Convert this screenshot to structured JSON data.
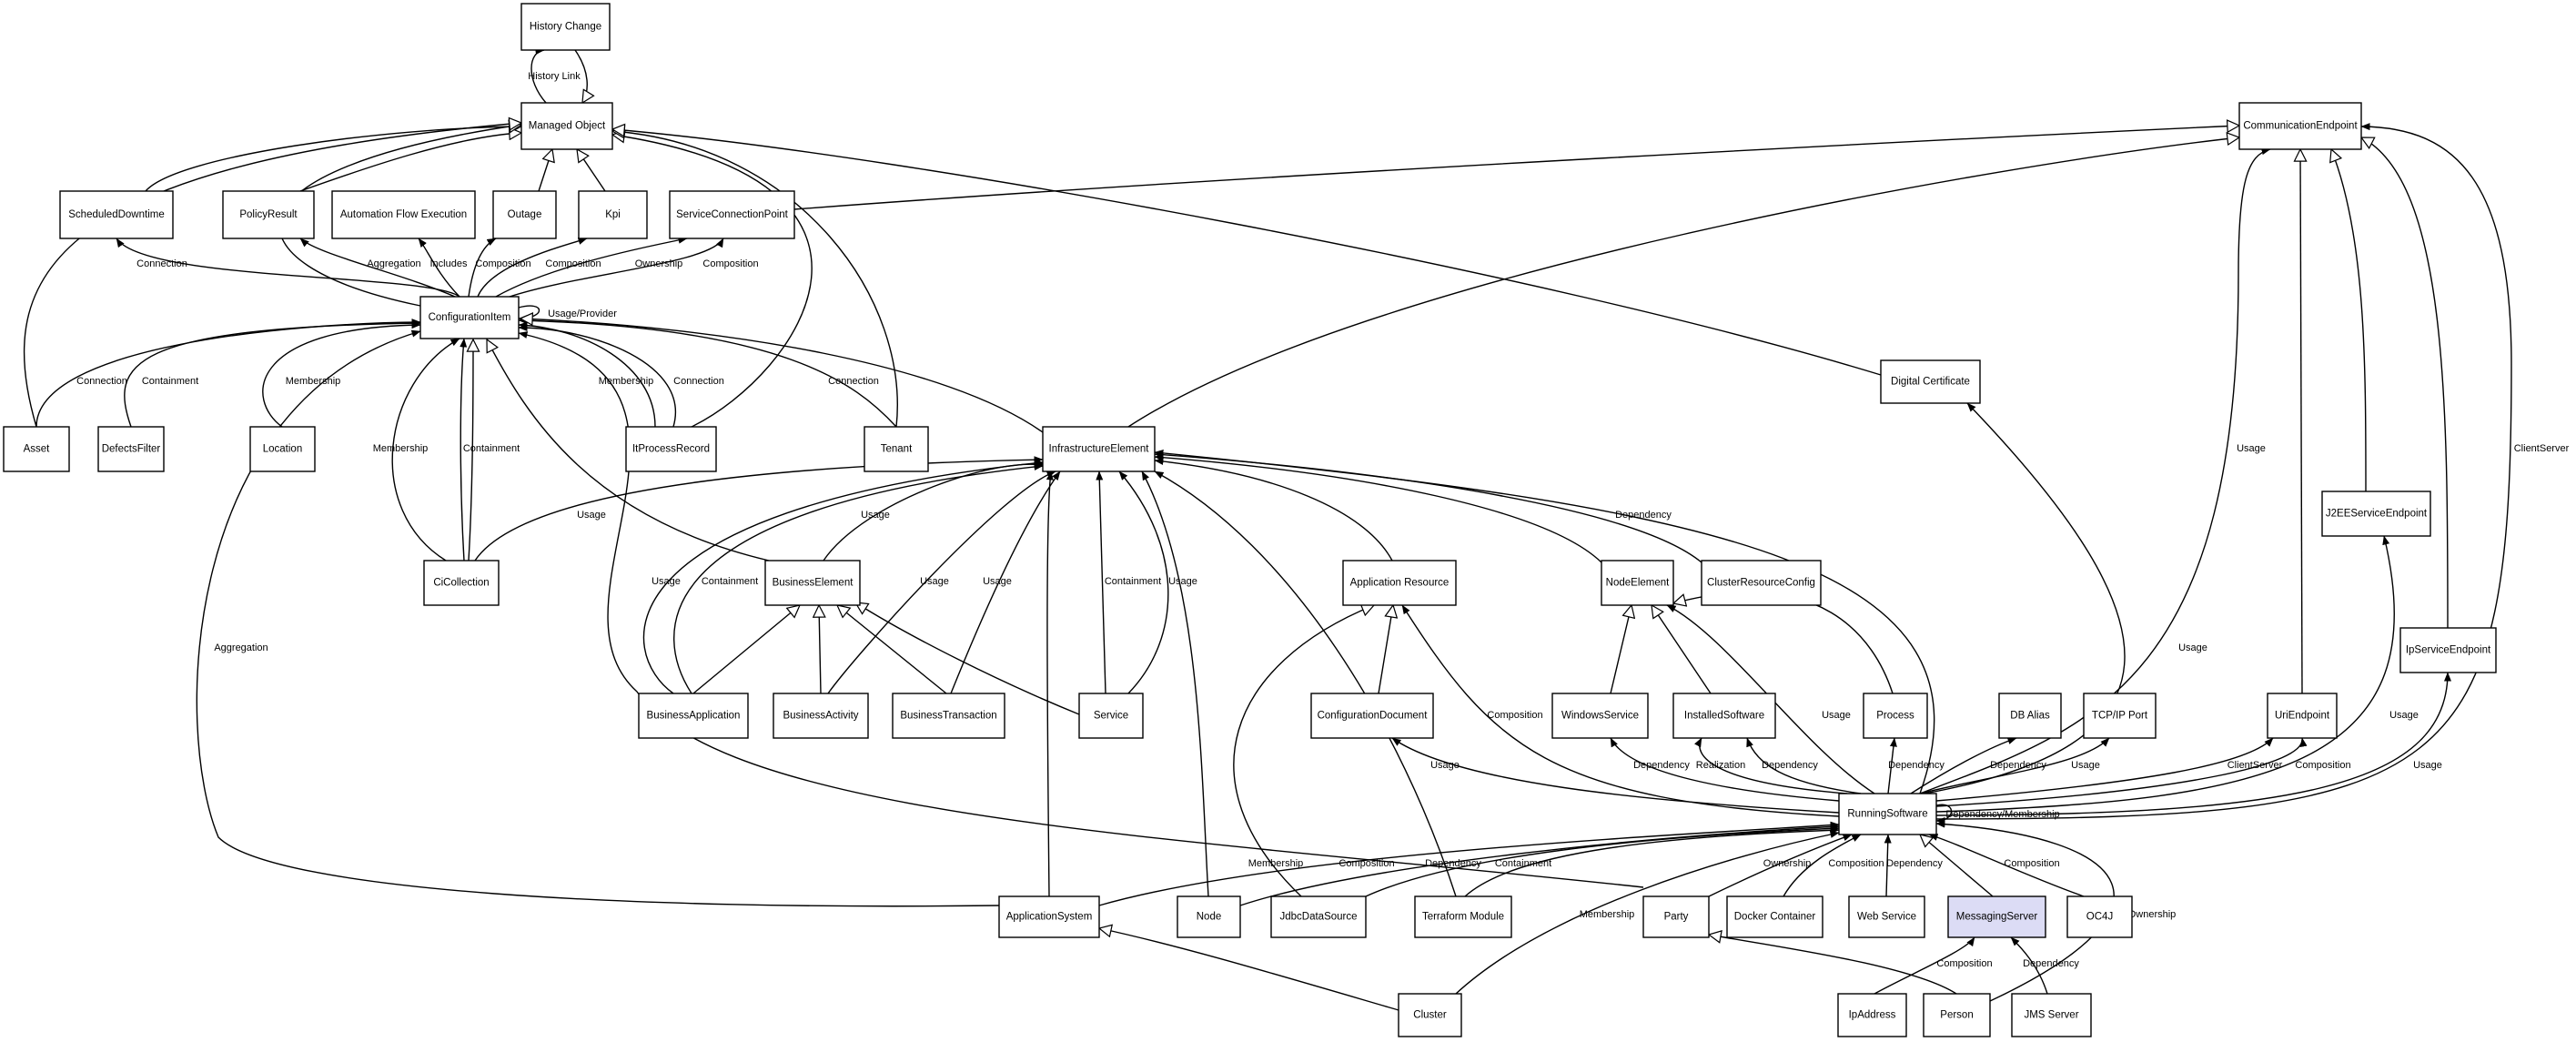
{
  "diagram": {
    "highlight_color": "#dcdcf5",
    "nodes": [
      {
        "id": "history_change",
        "label": "History Change",
        "highlight": false
      },
      {
        "id": "managed_object",
        "label": "Managed Object",
        "highlight": false
      },
      {
        "id": "communication_endpoint",
        "label": "CommunicationEndpoint",
        "highlight": false
      },
      {
        "id": "scheduled_downtime",
        "label": "ScheduledDowntime",
        "highlight": false
      },
      {
        "id": "policy_result",
        "label": "PolicyResult",
        "highlight": false
      },
      {
        "id": "automation_flow_execution",
        "label": "Automation Flow Execution",
        "highlight": false
      },
      {
        "id": "outage",
        "label": "Outage",
        "highlight": false
      },
      {
        "id": "kpi",
        "label": "Kpi",
        "highlight": false
      },
      {
        "id": "service_connection_point",
        "label": "ServiceConnectionPoint",
        "highlight": false
      },
      {
        "id": "configuration_item",
        "label": "ConfigurationItem",
        "highlight": false
      },
      {
        "id": "digital_certificate",
        "label": "Digital Certificate",
        "highlight": false
      },
      {
        "id": "asset",
        "label": "Asset",
        "highlight": false
      },
      {
        "id": "defects_filter",
        "label": "DefectsFilter",
        "highlight": false
      },
      {
        "id": "location",
        "label": "Location",
        "highlight": false
      },
      {
        "id": "it_process_record",
        "label": "ItProcessRecord",
        "highlight": false
      },
      {
        "id": "tenant",
        "label": "Tenant",
        "highlight": false
      },
      {
        "id": "infrastructure_element",
        "label": "InfrastructureElement",
        "highlight": false
      },
      {
        "id": "j2ee_service_endpoint",
        "label": "J2EEServiceEndpoint",
        "highlight": false
      },
      {
        "id": "ci_collection",
        "label": "CiCollection",
        "highlight": false
      },
      {
        "id": "business_element",
        "label": "BusinessElement",
        "highlight": false
      },
      {
        "id": "application_resource",
        "label": "Application Resource",
        "highlight": false
      },
      {
        "id": "node_element",
        "label": "NodeElement",
        "highlight": false
      },
      {
        "id": "cluster_resource_config",
        "label": "ClusterResourceConfig",
        "highlight": false
      },
      {
        "id": "ip_service_endpoint",
        "label": "IpServiceEndpoint",
        "highlight": false
      },
      {
        "id": "business_application",
        "label": "BusinessApplication",
        "highlight": false
      },
      {
        "id": "business_activity",
        "label": "BusinessActivity",
        "highlight": false
      },
      {
        "id": "business_transaction",
        "label": "BusinessTransaction",
        "highlight": false
      },
      {
        "id": "service",
        "label": "Service",
        "highlight": false
      },
      {
        "id": "configuration_document",
        "label": "ConfigurationDocument",
        "highlight": false
      },
      {
        "id": "windows_service",
        "label": "WindowsService",
        "highlight": false
      },
      {
        "id": "installed_software",
        "label": "InstalledSoftware",
        "highlight": false
      },
      {
        "id": "process",
        "label": "Process",
        "highlight": false
      },
      {
        "id": "db_alias",
        "label": "DB Alias",
        "highlight": false
      },
      {
        "id": "tcp_ip_port",
        "label": "TCP/IP Port",
        "highlight": false
      },
      {
        "id": "uri_endpoint",
        "label": "UriEndpoint",
        "highlight": false
      },
      {
        "id": "running_software",
        "label": "RunningSoftware",
        "highlight": false
      },
      {
        "id": "application_system",
        "label": "ApplicationSystem",
        "highlight": false
      },
      {
        "id": "node",
        "label": "Node",
        "highlight": false
      },
      {
        "id": "jdbc_data_source",
        "label": "JdbcDataSource",
        "highlight": false
      },
      {
        "id": "terraform_module",
        "label": "Terraform Module",
        "highlight": false
      },
      {
        "id": "party",
        "label": "Party",
        "highlight": false
      },
      {
        "id": "docker_container",
        "label": "Docker Container",
        "highlight": false
      },
      {
        "id": "web_service",
        "label": "Web Service",
        "highlight": false
      },
      {
        "id": "messaging_server",
        "label": "MessagingServer",
        "highlight": true
      },
      {
        "id": "oc4j",
        "label": "OC4J",
        "highlight": false
      },
      {
        "id": "cluster",
        "label": "Cluster",
        "highlight": false
      },
      {
        "id": "ip_address",
        "label": "IpAddress",
        "highlight": false
      },
      {
        "id": "person",
        "label": "Person",
        "highlight": false
      },
      {
        "id": "jms_server",
        "label": "JMS Server",
        "highlight": false
      }
    ],
    "edges": [
      {
        "id": "hist_link",
        "label": "History Link",
        "head": "filled"
      },
      {
        "id": "hist_inh",
        "label": "",
        "head": "hollow"
      },
      {
        "id": "sched_inh",
        "label": "",
        "head": "hollow"
      },
      {
        "id": "policy_inh",
        "label": "",
        "head": "hollow"
      },
      {
        "id": "outage_inh",
        "label": "",
        "head": "hollow"
      },
      {
        "id": "kpi_inh",
        "label": "",
        "head": "hollow"
      },
      {
        "id": "ci_inh_mo",
        "label": "",
        "head": "hollow"
      },
      {
        "id": "asset_inh",
        "label": "",
        "head": "hollow"
      },
      {
        "id": "itproc_inh_mo",
        "label": "",
        "head": "hollow"
      },
      {
        "id": "tenant_inh",
        "label": "",
        "head": "hollow"
      },
      {
        "id": "digicert_inh",
        "label": "",
        "head": "hollow"
      },
      {
        "id": "ci_sched",
        "label": "Connection",
        "head": "filled"
      },
      {
        "id": "ci_policy",
        "label": "Aggregation",
        "head": "filled"
      },
      {
        "id": "ci_automation",
        "label": "Includes",
        "head": "filled"
      },
      {
        "id": "ci_outage",
        "label": "Composition",
        "head": "filled"
      },
      {
        "id": "ci_kpi",
        "label": "Composition",
        "head": "filled"
      },
      {
        "id": "ci_scp_own",
        "label": "Ownership",
        "head": "filled"
      },
      {
        "id": "ci_scp_comp",
        "label": "Composition",
        "head": "filled"
      },
      {
        "id": "scp_comm_inh",
        "label": "",
        "head": "hollow"
      },
      {
        "id": "ci_self",
        "label": "Usage/Provider",
        "head": "filled"
      },
      {
        "id": "asset_ci",
        "label": "Connection",
        "head": "filled"
      },
      {
        "id": "defects_ci",
        "label": "Containment",
        "head": "filled"
      },
      {
        "id": "location_ci",
        "label": "Membership",
        "head": "filled"
      },
      {
        "id": "itproc_ci_mem",
        "label": "Membership",
        "head": "filled"
      },
      {
        "id": "itproc_ci_conn",
        "label": "Connection",
        "head": "filled"
      },
      {
        "id": "tenant_ci",
        "label": "Connection",
        "head": "filled"
      },
      {
        "id": "infra_ci_inh",
        "label": "",
        "head": "hollow"
      },
      {
        "id": "cicoll_ci_mem",
        "label": "Membership",
        "head": "filled"
      },
      {
        "id": "cicoll_ci_cont",
        "label": "Containment",
        "head": "filled"
      },
      {
        "id": "cicoll_ci_inh",
        "label": "",
        "head": "hollow"
      },
      {
        "id": "cicoll_infra",
        "label": "Usage",
        "head": "filled"
      },
      {
        "id": "appsys_ci_aggr",
        "label": "Aggregation",
        "head": "filled"
      },
      {
        "id": "party_ci",
        "label": "",
        "head": "filled"
      },
      {
        "id": "be_ci_inh",
        "label": "",
        "head": "hollow"
      },
      {
        "id": "be_infra",
        "label": "Usage",
        "head": "filled"
      },
      {
        "id": "ba_infra_usage",
        "label": "Usage",
        "head": "filled"
      },
      {
        "id": "ba_infra_cont",
        "label": "Containment",
        "head": "filled"
      },
      {
        "id": "bact_infra",
        "label": "Usage",
        "head": "filled"
      },
      {
        "id": "btx_infra",
        "label": "Usage",
        "head": "filled"
      },
      {
        "id": "svc_infra_cont",
        "label": "Containment",
        "head": "filled"
      },
      {
        "id": "svc_infra_usage",
        "label": "Usage",
        "head": "filled"
      },
      {
        "id": "ba_be_inh",
        "label": "",
        "head": "hollow"
      },
      {
        "id": "bact_be_inh",
        "label": "",
        "head": "hollow"
      },
      {
        "id": "btx_be_inh",
        "label": "",
        "head": "hollow"
      },
      {
        "id": "svc_be_inh",
        "label": "",
        "head": "hollow"
      },
      {
        "id": "appsys_infra",
        "label": "",
        "head": "filled"
      },
      {
        "id": "node_infra",
        "label": "",
        "head": "filled"
      },
      {
        "id": "terraform_infra",
        "label": "",
        "head": "filled"
      },
      {
        "id": "appres_infra",
        "label": "",
        "head": "filled"
      },
      {
        "id": "nodeel_infra",
        "label": "",
        "head": "filled"
      },
      {
        "id": "crc_infra",
        "label": "Dependency",
        "head": "filled"
      },
      {
        "id": "rs_infra",
        "label": "",
        "head": "filled"
      },
      {
        "id": "infra_comm_inh",
        "label": "",
        "head": "hollow"
      },
      {
        "id": "confdoc_appres_inh",
        "label": "",
        "head": "hollow"
      },
      {
        "id": "jdbc_appres_inh",
        "label": "",
        "head": "hollow"
      },
      {
        "id": "rs_appres",
        "label": "Composition",
        "head": "filled"
      },
      {
        "id": "rs_confdoc",
        "label": "Usage",
        "head": "filled"
      },
      {
        "id": "ws_nodeel_inh",
        "label": "",
        "head": "hollow"
      },
      {
        "id": "is_nodeel_inh",
        "label": "",
        "head": "hollow"
      },
      {
        "id": "process_nodeel_inh",
        "label": "",
        "head": "hollow"
      },
      {
        "id": "rs_nodeel",
        "label": "Usage",
        "head": "filled"
      },
      {
        "id": "rs_winsvc",
        "label": "Dependency",
        "head": "filled"
      },
      {
        "id": "rs_instsw_real",
        "label": "Realization",
        "head": "filled"
      },
      {
        "id": "rs_instsw_dep",
        "label": "Dependency",
        "head": "filled"
      },
      {
        "id": "rs_process",
        "label": "Dependency",
        "head": "filled"
      },
      {
        "id": "rs_dbalias",
        "label": "Dependency",
        "head": "filled"
      },
      {
        "id": "rs_tcpport",
        "label": "Usage",
        "head": "filled"
      },
      {
        "id": "rs_uri_cs",
        "label": "ClientServer",
        "head": "filled"
      },
      {
        "id": "rs_uri_comp",
        "label": "Composition",
        "head": "filled"
      },
      {
        "id": "rs_j2ee",
        "label": "Usage",
        "head": "filled"
      },
      {
        "id": "rs_ipsvc",
        "label": "Usage",
        "head": "filled"
      },
      {
        "id": "rs_comm_usage",
        "label": "Usage",
        "head": "filled"
      },
      {
        "id": "rs_comm_cs",
        "label": "ClientServer",
        "head": "filled"
      },
      {
        "id": "uri_comm_inh",
        "label": "",
        "head": "hollow"
      },
      {
        "id": "j2ee_comm_inh",
        "label": "",
        "head": "hollow"
      },
      {
        "id": "ipsvc_comm_inh",
        "label": "",
        "head": "hollow"
      },
      {
        "id": "rs_digicert",
        "label": "Usage",
        "head": "filled"
      },
      {
        "id": "rs_self",
        "label": "Dependency/Membership",
        "head": "filled"
      },
      {
        "id": "appsys_rs",
        "label": "Membership",
        "head": "filled"
      },
      {
        "id": "node_rs",
        "label": "Composition",
        "head": "filled"
      },
      {
        "id": "jdbc_rs",
        "label": "Dependency",
        "head": "filled"
      },
      {
        "id": "terraform_rs",
        "label": "Containment",
        "head": "filled"
      },
      {
        "id": "cluster_rs",
        "label": "Membership",
        "head": "filled"
      },
      {
        "id": "party_rs",
        "label": "Ownership",
        "head": "filled"
      },
      {
        "id": "docker_rs",
        "label": "Composition",
        "head": "filled"
      },
      {
        "id": "websvc_rs",
        "label": "Dependency",
        "head": "filled"
      },
      {
        "id": "msg_rs_inh",
        "label": "",
        "head": "hollow"
      },
      {
        "id": "oc4j_rs",
        "label": "Composition",
        "head": "filled"
      },
      {
        "id": "cluster_appsys_inh",
        "label": "",
        "head": "hollow"
      },
      {
        "id": "person_party_inh",
        "label": "",
        "head": "hollow"
      },
      {
        "id": "person_rs",
        "label": "Ownership",
        "head": "filled"
      },
      {
        "id": "ip_msg",
        "label": "Composition",
        "head": "filled"
      },
      {
        "id": "jms_msg",
        "label": "Dependency",
        "head": "filled"
      }
    ]
  }
}
